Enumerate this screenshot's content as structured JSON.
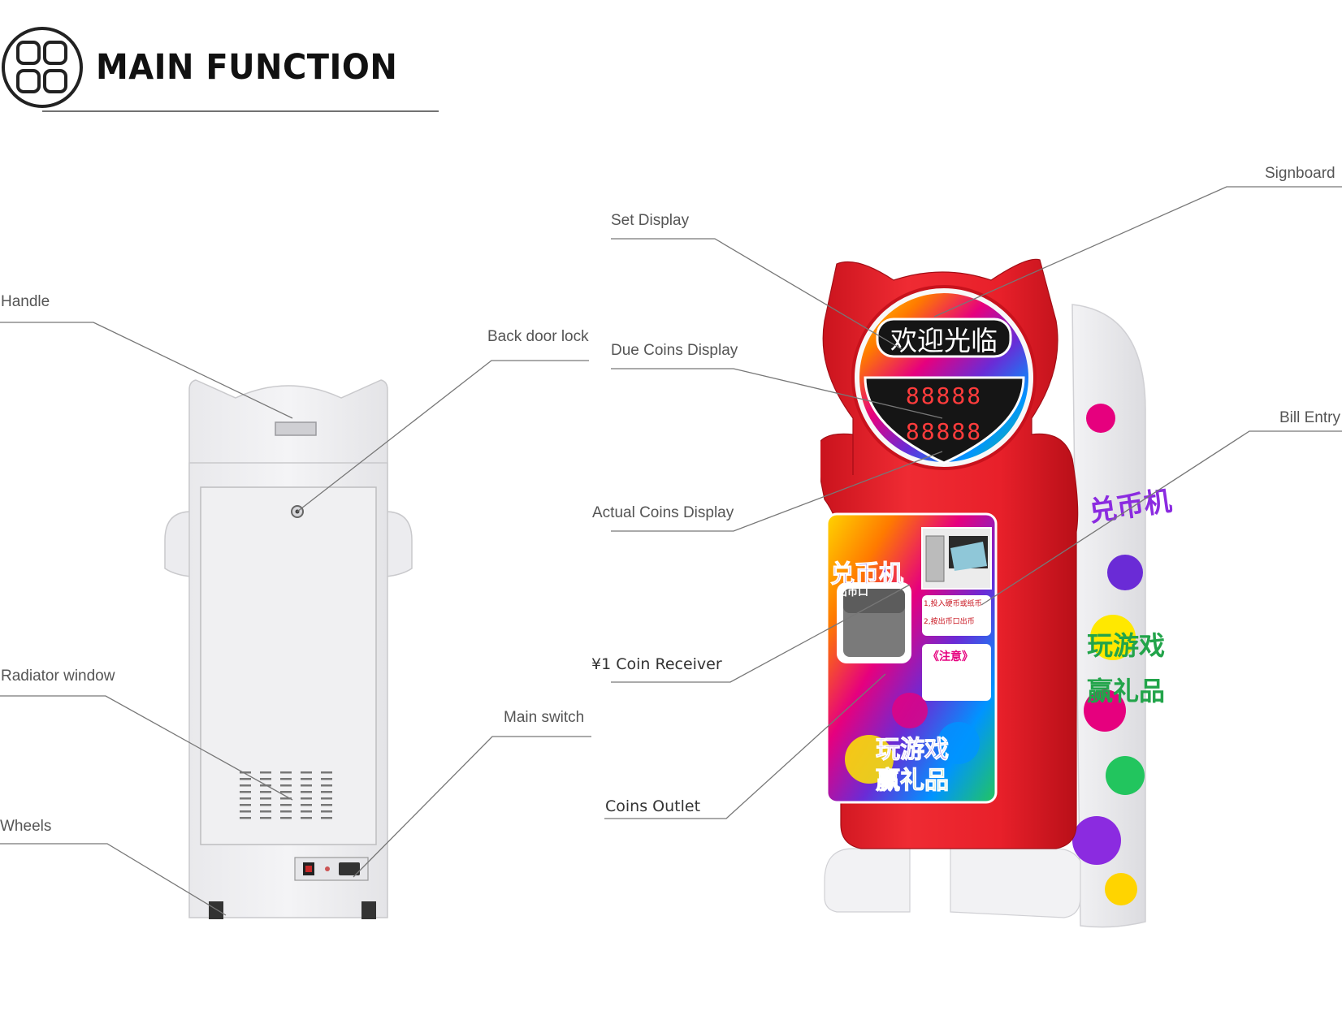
{
  "header": {
    "title": "MAIN FUNCTION",
    "icon": "four-rounded-squares-icon"
  },
  "back_view": {
    "labels": {
      "handle": "Handle",
      "back_door_lock": "Back door lock",
      "radiator_window": "Radiator window",
      "main_switch": "Main switch",
      "wheels": "Wheels"
    }
  },
  "front_view": {
    "labels": {
      "signboard": "Signboard",
      "set_display": "Set Display",
      "due_coins_display": "Due Coins Display",
      "bill_entry": "Bill Entry",
      "actual_coins_display": "Actual Coins Display",
      "coin_receiver": "¥1 Coin Receiver",
      "coins_outlet": "Coins Outlet"
    },
    "screen": {
      "welcome_text": "欢迎光临",
      "due_digits": "88888",
      "actual_digits": "88888",
      "machine_name": "兑币机",
      "slogan_line1": "玩游戏",
      "slogan_line2": "赢礼品",
      "sub_label": "出币口",
      "notice_title": "《注意》",
      "instructions": [
        "1,投入硬币或纸币",
        "2,按出币口出币"
      ]
    },
    "colors": {
      "cabinet_red": "#e8202a",
      "display_bg": "#151515",
      "digit_red": "#ff3c3c"
    }
  }
}
